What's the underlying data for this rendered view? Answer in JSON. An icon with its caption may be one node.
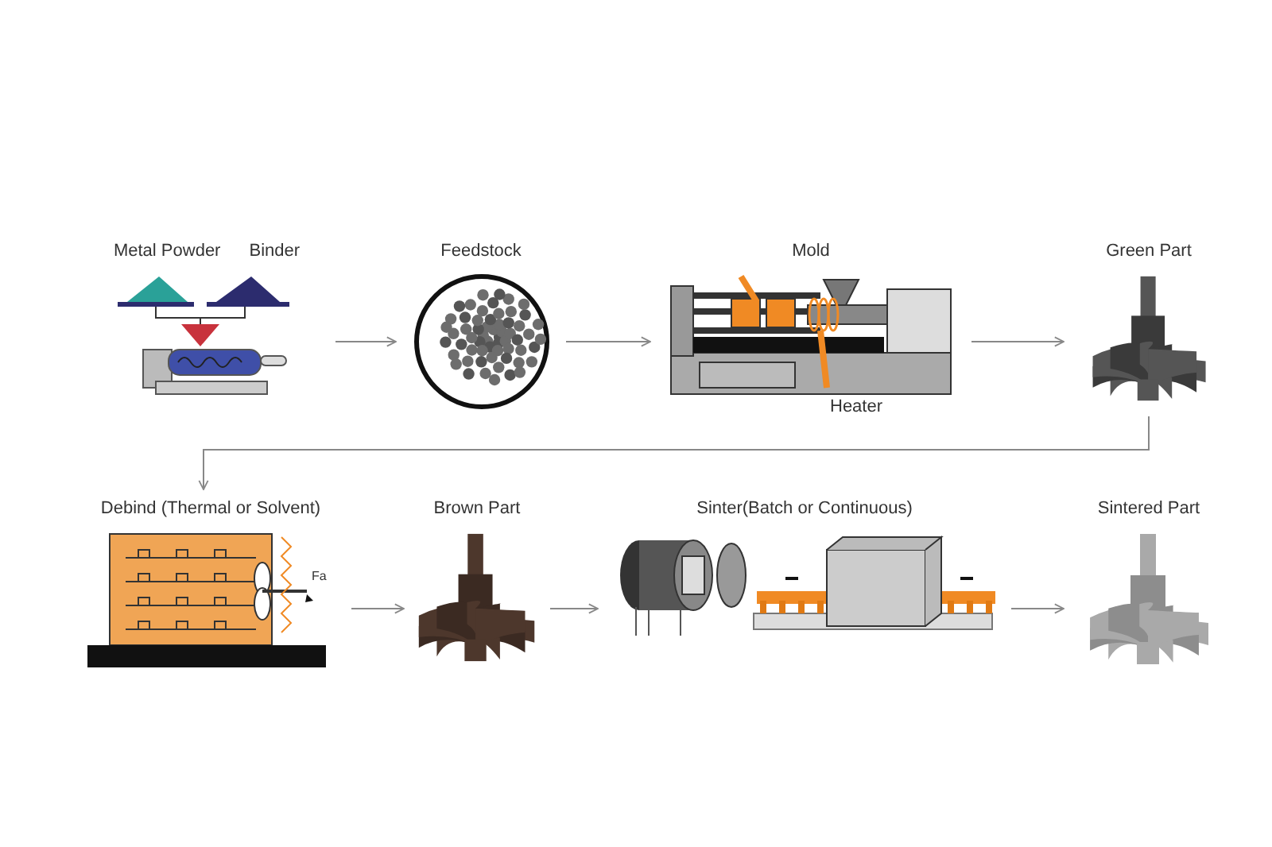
{
  "diagram": {
    "nodes": [
      {
        "text": [
          "Metal Powder",
          "Binder"
        ]
      },
      {
        "text": [
          "Feedstock"
        ]
      },
      {
        "text": [
          "Mold"
        ]
      },
      {
        "text": [
          "Green Part"
        ]
      },
      {
        "text": [
          "Debind (Thermal or Solvent)"
        ]
      },
      {
        "text": [
          "Brown Part"
        ]
      },
      {
        "text": [
          "Sinter(Batch or Continuous)"
        ]
      },
      {
        "text": [
          "Sintered Part"
        ]
      }
    ],
    "edges": [
      {
        "from": 0,
        "to": 1,
        "arrow": "to"
      },
      {
        "from": 1,
        "to": 2,
        "arrow": "to"
      },
      {
        "from": 2,
        "to": 3,
        "arrow": "to"
      },
      {
        "from": 3,
        "to": 4,
        "arrow": "to"
      },
      {
        "from": 4,
        "to": 5,
        "arrow": "to"
      },
      {
        "from": 5,
        "to": 6,
        "arrow": "to"
      },
      {
        "from": 6,
        "to": 7,
        "arrow": "to"
      }
    ],
    "labels": [
      "Heater",
      "Fa"
    ]
  }
}
